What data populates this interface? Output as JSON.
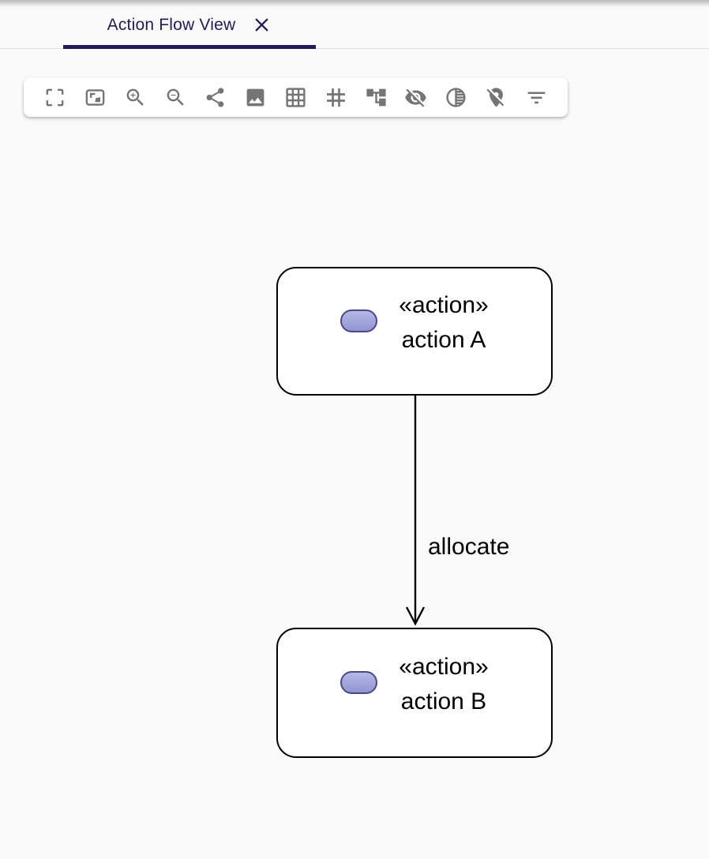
{
  "colors": {
    "accent_indigo": "#261A56",
    "canvas_background": "#fafafa",
    "toolbar_icon_grey": "#757575",
    "node_border": "#000000",
    "node_fill": "#ffffff",
    "action_pill_fill": "#a3a8dd",
    "action_pill_border": "#4d4687",
    "edge_color": "#000000"
  },
  "tab_bar": {
    "active_tab": {
      "label": "Action Flow View",
      "close_icon": "close-icon",
      "selected": true
    }
  },
  "toolbar": {
    "icons": [
      "fullscreen",
      "fit-to-screen",
      "zoom-in",
      "zoom-out",
      "share",
      "export-image",
      "grid",
      "snap-helper-lines",
      "arrange-all",
      "reveal-hidden-elements",
      "reveal-faded-elements",
      "unpin-all-elements",
      "filter-elements"
    ]
  },
  "diagram": {
    "nodes": [
      {
        "stereotype": "«action»",
        "name": "action A",
        "icon": "action-pill-icon"
      },
      {
        "stereotype": "«action»",
        "name": "action B",
        "icon": "action-pill-icon"
      }
    ],
    "edges": [
      {
        "label": "allocate",
        "source": "action A",
        "target": "action B",
        "style": "open-arrow-down"
      }
    ]
  }
}
